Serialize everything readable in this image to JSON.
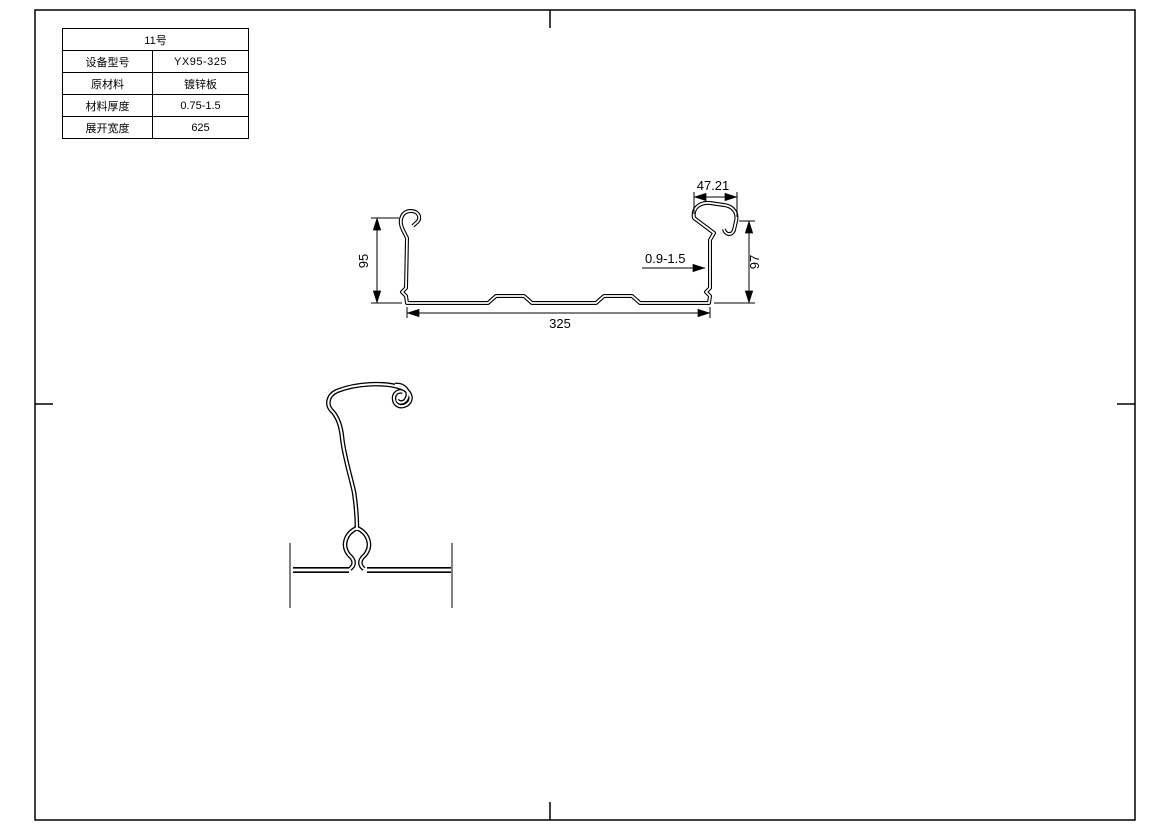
{
  "sheet": {
    "background": "#ffffff",
    "line_color": "#000000"
  },
  "title_block": {
    "header": "11号",
    "rows": [
      {
        "label": "设备型号",
        "value": "YX95-325"
      },
      {
        "label": "原材料",
        "value": "镀锌板"
      },
      {
        "label": "材料厚度",
        "value": "0.75-1.5"
      },
      {
        "label": "展开宽度",
        "value": "625"
      }
    ]
  },
  "profile_dimensions": {
    "top_flange_width": "47.21",
    "left_height": "95",
    "right_height": "97",
    "thickness_range": "0.9-1.5",
    "base_width": "325"
  }
}
